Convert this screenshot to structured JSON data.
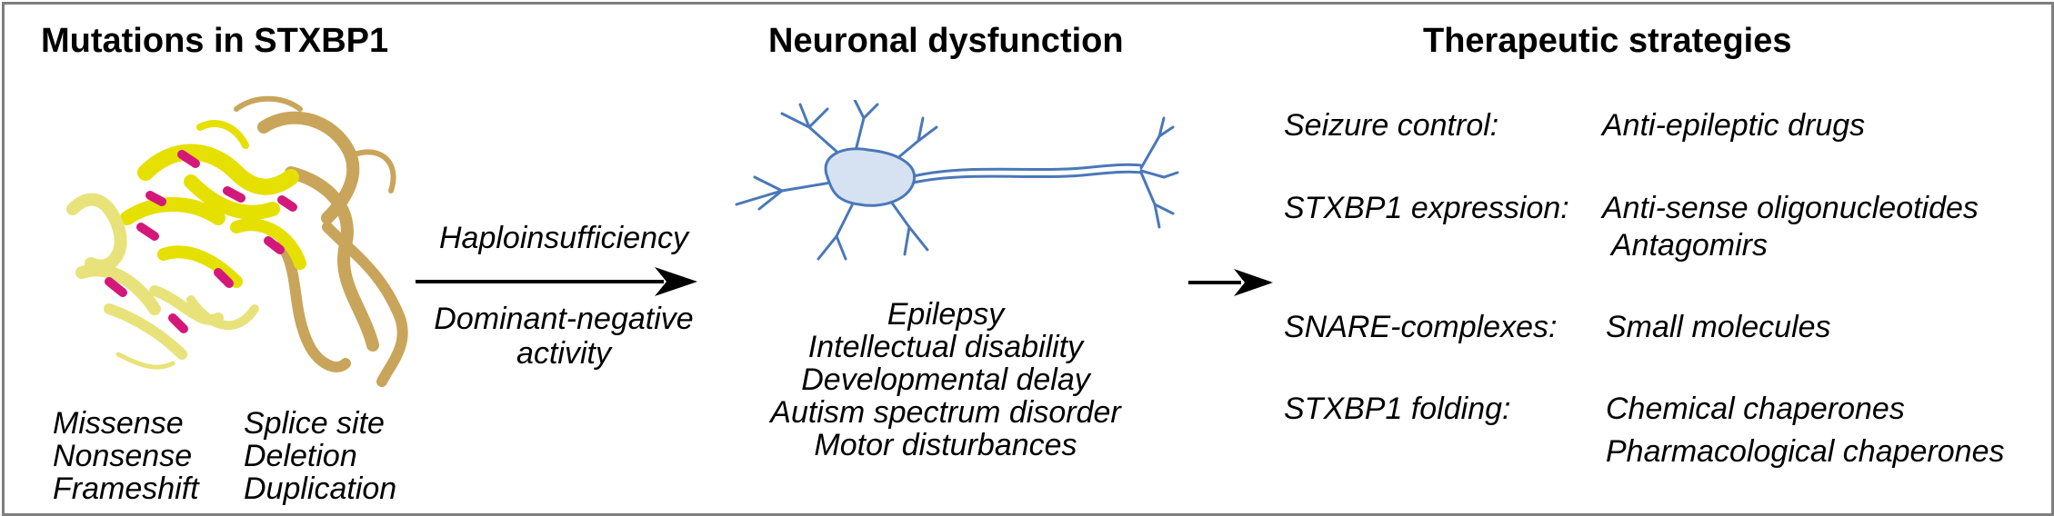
{
  "panels": {
    "left": {
      "title": "Mutations in STXBP1",
      "mutations_col1": [
        "Missense",
        "Nonsense",
        "Frameshift"
      ],
      "mutations_col2": [
        "Splice site",
        "Deletion",
        "Duplication"
      ]
    },
    "middle_arrow": {
      "label_top": "Haploinsufficiency",
      "label_bottom_line1": "Dominant-negative",
      "label_bottom_line2": "activity"
    },
    "middle": {
      "title": "Neuronal dysfunction",
      "symptoms": [
        "Epilepsy",
        "Intellectual disability",
        "Developmental delay",
        "Autism spectrum disorder",
        "Motor disturbances"
      ]
    },
    "right": {
      "title": "Therapeutic strategies",
      "strategies": [
        {
          "target": "Seizure control:",
          "approaches": [
            "Anti-epileptic drugs"
          ]
        },
        {
          "target": "STXBP1 expression:",
          "approaches": [
            "Anti-sense oligonucleotides",
            "Antagomirs"
          ]
        },
        {
          "target": "SNARE-complexes:",
          "approaches": [
            "Small molecules"
          ]
        },
        {
          "target": "STXBP1 folding:",
          "approaches": [
            "Chemical chaperones",
            "Pharmacological chaperones"
          ]
        }
      ]
    }
  },
  "colors": {
    "border": "#7f7f7f",
    "helix_yellow": "#e6e000",
    "helix_pale": "#e8e27a",
    "helix_tan": "#c8a55a",
    "helix_magenta": "#d4187a",
    "neuron_fill": "#d6e2f2",
    "neuron_stroke": "#4a78b8"
  },
  "icons": {
    "protein": "protein-structure-illustration",
    "neuron": "neuron-illustration",
    "arrow": "right-arrow-icon"
  }
}
